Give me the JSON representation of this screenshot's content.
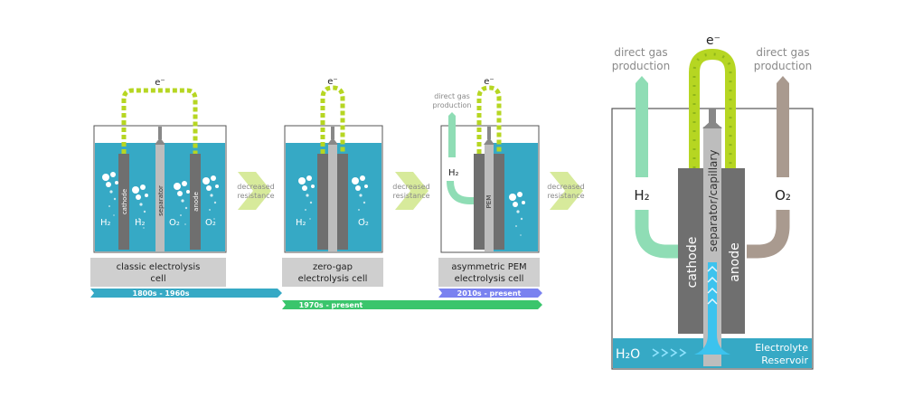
{
  "colors": {
    "water": "#36a9c5",
    "electrode": "#6f6f6f",
    "separator": "#bdbdbd",
    "wire": "#b6d622",
    "h2_tube": "#8fddb5",
    "o2_tube": "#a99a8f",
    "timeline_1": "#36a9c5",
    "timeline_2": "#3ac56c",
    "timeline_3": "#7a82f0",
    "arrow": "#d7ea9b",
    "label_box": "#cfcfcf"
  },
  "electron": "e⁻",
  "transition_label": [
    "decreased",
    "resistance"
  ],
  "cells": {
    "classic": {
      "title": [
        "classic electrolysis",
        "cell"
      ],
      "cathode": "cathode",
      "anode": "anode",
      "separator": "separator",
      "h2": "H₂",
      "o2": "O₂"
    },
    "zero_gap": {
      "title": [
        "zero-gap",
        "electrolysis cell"
      ],
      "h2": "H₂",
      "o2": "O₂"
    },
    "pem": {
      "title": [
        "asymmetric PEM",
        "electrolysis cell"
      ],
      "membrane": "PEM",
      "gas_label": [
        "direct gas",
        "production"
      ],
      "h2": "H₂"
    },
    "detail": {
      "cathode": "cathode",
      "anode": "anode",
      "separator": "separator/capillary",
      "gas_label_left": [
        "direct gas",
        "production"
      ],
      "gas_label_right": [
        "direct gas",
        "production"
      ],
      "h2": "H₂",
      "o2": "O₂",
      "water": "H₂O",
      "reservoir": [
        "Electrolyte",
        "Reservoir"
      ]
    }
  },
  "timeline": [
    {
      "label": "1800s - 1960s"
    },
    {
      "label": "1970s - present"
    },
    {
      "label": "2010s - present"
    }
  ]
}
